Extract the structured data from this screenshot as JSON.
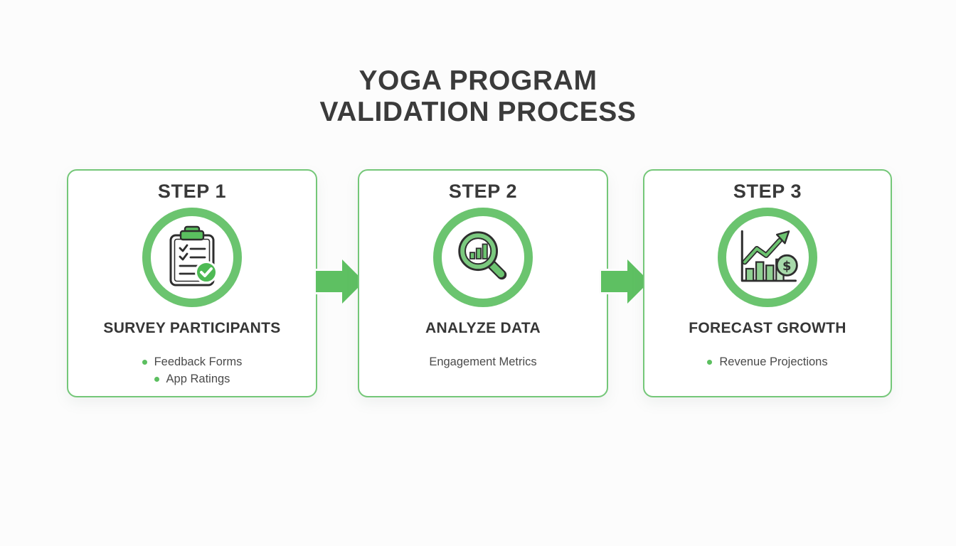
{
  "title": {
    "line1": "YOGA PROGRAM",
    "line2": "VALIDATION PROCESS"
  },
  "steps": [
    {
      "label": "STEP 1",
      "icon": "clipboard-checklist-icon",
      "heading": "SURVEY PARTICIPANTS",
      "items": [
        {
          "text": "Feedback Forms",
          "bulleted": true
        },
        {
          "text": "App Ratings",
          "bulleted": true
        }
      ]
    },
    {
      "label": "STEP 2",
      "icon": "magnifier-bar-chart-icon",
      "heading": "ANALYZE DATA",
      "items": [
        {
          "text": "Engagement Metrics",
          "bulleted": false
        }
      ]
    },
    {
      "label": "STEP 3",
      "icon": "growth-chart-dollar-icon",
      "heading": "FORECAST GROWTH",
      "items": [
        {
          "text": "Revenue Projections",
          "bulleted": true
        }
      ]
    }
  ],
  "arrows": [
    {
      "icon": "arrow-right-icon"
    },
    {
      "icon": "arrow-right-icon"
    }
  ],
  "colors": {
    "accent_green": "#5ec062",
    "ring_green": "#6bc46f",
    "card_border_green": "#74c778",
    "bullet_green": "#5cbf60",
    "title_text": "#3b3b3b",
    "heading_text": "#363636",
    "body_text": "#4a4a4a",
    "card_background": "#ffffff",
    "page_background": "#fcfcfc"
  }
}
